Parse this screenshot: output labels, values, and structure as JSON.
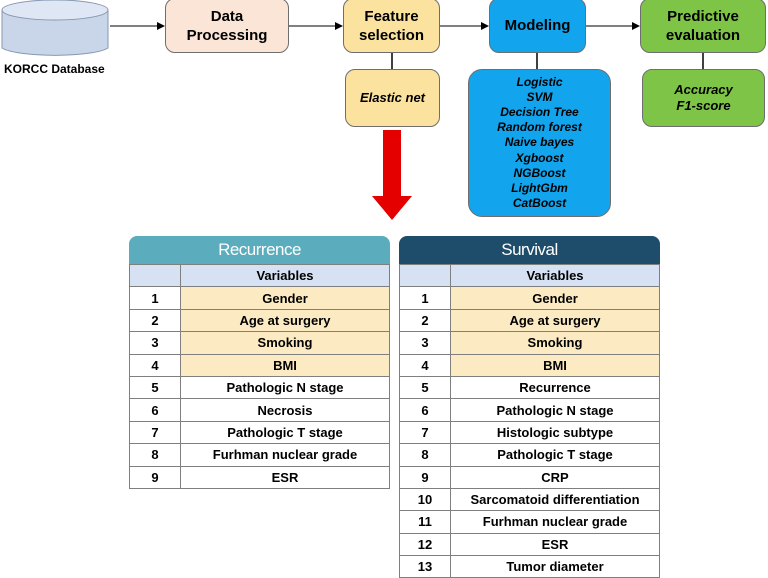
{
  "pipeline": {
    "database": "KORCC Database",
    "steps": [
      {
        "label": "Data\nProcessing"
      },
      {
        "label": "Feature\nselection"
      },
      {
        "label": "Modeling"
      },
      {
        "label": "Predictive\nevaluation"
      }
    ],
    "feature_method": "Elastic net",
    "models": [
      "Logistic",
      "SVM",
      "Decision Tree",
      "Random forest",
      "Naive bayes",
      "Xgboost",
      "NGBoost",
      "LightGbm",
      "CatBoost"
    ],
    "metrics": [
      "Accuracy",
      "F1-score"
    ]
  },
  "colors": {
    "processing": "#fbe5d6",
    "feature": "#fbe29e",
    "modeling": "#12a4ed",
    "evaluation": "#7ec446",
    "arrow": "#e50000",
    "recurrence_header": "#5bacbd",
    "survival_header": "#1e4d6b",
    "highlight_row": "#fcebc2",
    "subheader_row": "#d6e2f3"
  },
  "recurrence": {
    "title": "Recurrence",
    "variables_header": "Variables",
    "rows": [
      {
        "n": "1",
        "var": "Gender",
        "highlight": true
      },
      {
        "n": "2",
        "var": "Age at surgery",
        "highlight": true
      },
      {
        "n": "3",
        "var": "Smoking",
        "highlight": true
      },
      {
        "n": "4",
        "var": "BMI",
        "highlight": true
      },
      {
        "n": "5",
        "var": "Pathologic N stage",
        "highlight": false
      },
      {
        "n": "6",
        "var": "Necrosis",
        "highlight": false
      },
      {
        "n": "7",
        "var": "Pathologic T stage",
        "highlight": false
      },
      {
        "n": "8",
        "var": "Furhman nuclear grade",
        "highlight": false
      },
      {
        "n": "9",
        "var": "ESR",
        "highlight": false
      }
    ]
  },
  "survival": {
    "title": "Survival",
    "variables_header": "Variables",
    "rows": [
      {
        "n": "1",
        "var": "Gender",
        "highlight": true
      },
      {
        "n": "2",
        "var": "Age at surgery",
        "highlight": true
      },
      {
        "n": "3",
        "var": "Smoking",
        "highlight": true
      },
      {
        "n": "4",
        "var": "BMI",
        "highlight": true
      },
      {
        "n": "5",
        "var": "Recurrence",
        "highlight": false
      },
      {
        "n": "6",
        "var": "Pathologic N stage",
        "highlight": false
      },
      {
        "n": "7",
        "var": "Histologic subtype",
        "highlight": false
      },
      {
        "n": "8",
        "var": "Pathologic T stage",
        "highlight": false
      },
      {
        "n": "9",
        "var": "CRP",
        "highlight": false
      },
      {
        "n": "10",
        "var": "Sarcomatoid differentiation",
        "highlight": false
      },
      {
        "n": "11",
        "var": "Furhman nuclear grade",
        "highlight": false
      },
      {
        "n": "12",
        "var": "ESR",
        "highlight": false
      },
      {
        "n": "13",
        "var": "Tumor diameter",
        "highlight": false
      }
    ]
  }
}
